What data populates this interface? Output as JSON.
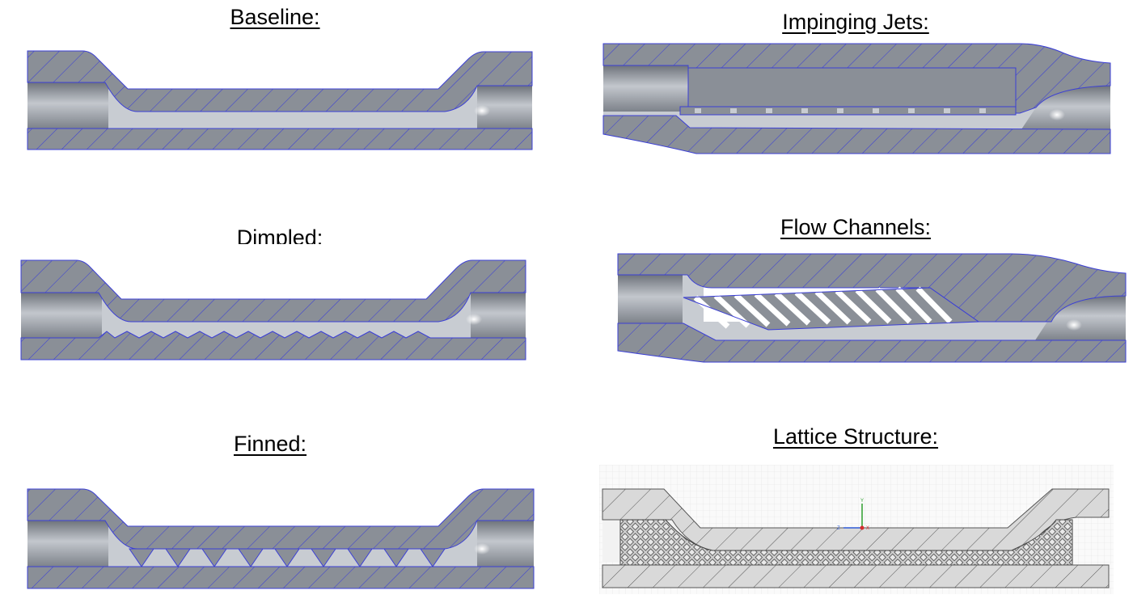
{
  "panels": [
    {
      "label": "Baseline:"
    },
    {
      "label": "Impinging Jets:"
    },
    {
      "label": "Dimpled:"
    },
    {
      "label": "Flow Channels:"
    },
    {
      "label": "Finned:"
    },
    {
      "label": "Lattice Structure:"
    }
  ],
  "triad": {
    "y": "Y",
    "x": "X",
    "z": "Z"
  },
  "colors": {
    "metal": "#8a8f97",
    "hatch": "#3b3fd6",
    "outline": "#3b3fd6",
    "cavity_light": "#c8ccd2",
    "lattice_metal": "#d9d9d9",
    "lattice_hatch": "#555555"
  }
}
